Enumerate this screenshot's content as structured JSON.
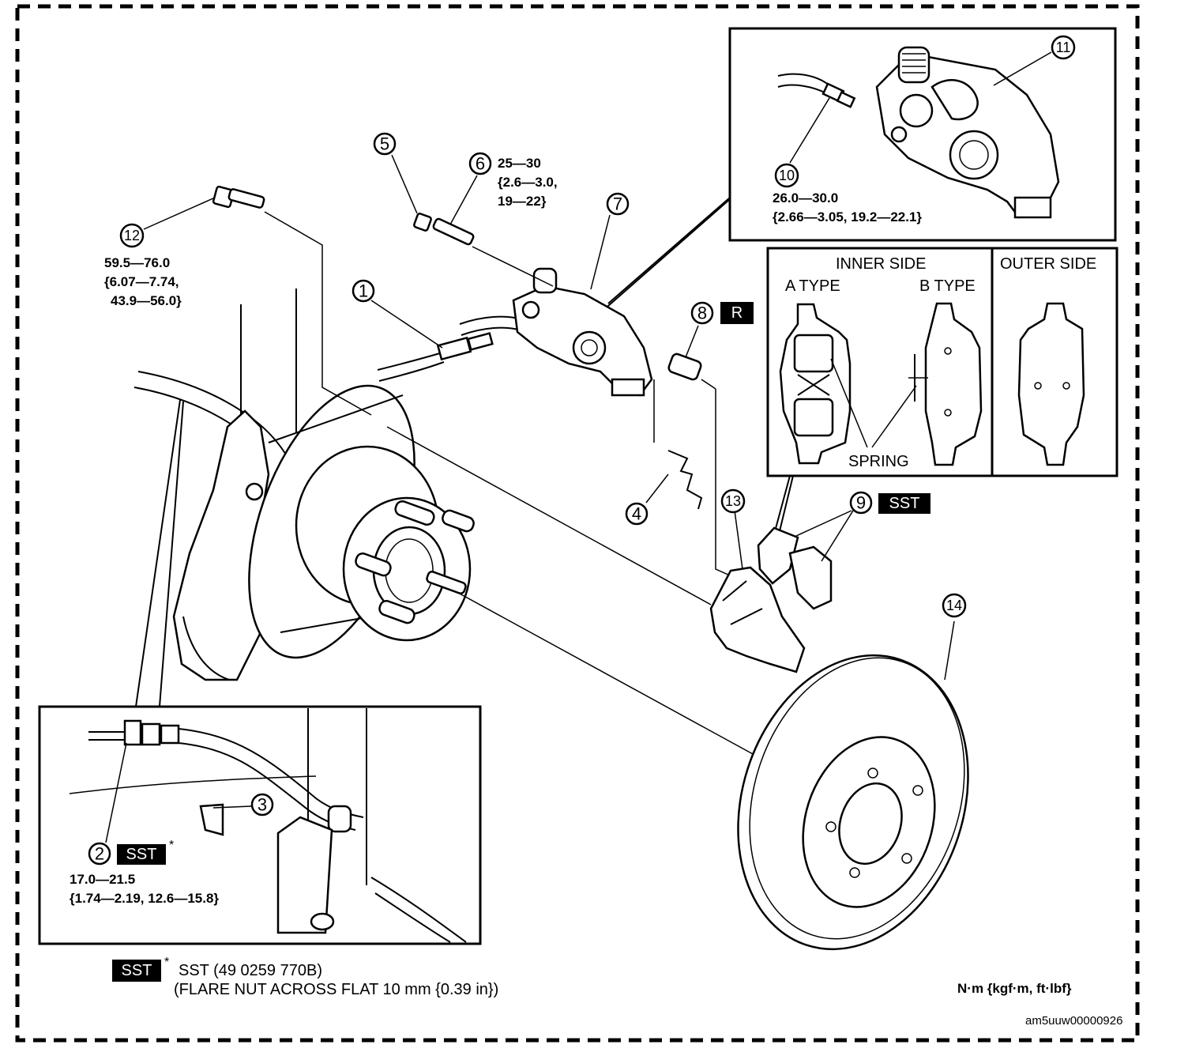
{
  "callouts": [
    {
      "num": "1"
    },
    {
      "num": "2"
    },
    {
      "num": "3"
    },
    {
      "num": "4"
    },
    {
      "num": "5"
    },
    {
      "num": "6"
    },
    {
      "num": "7"
    },
    {
      "num": "8"
    },
    {
      "num": "9"
    },
    {
      "num": "10"
    },
    {
      "num": "11"
    },
    {
      "num": "12"
    },
    {
      "num": "13"
    },
    {
      "num": "14"
    }
  ],
  "torques": {
    "t6": [
      "25—30",
      "{2.6—3.0,",
      "19—22}"
    ],
    "t12": [
      "59.5—76.0",
      "{6.07—7.74,",
      "43.9—56.0}"
    ],
    "t10": [
      "26.0—30.0",
      "{2.66—3.05, 19.2—22.1}"
    ],
    "t2": [
      "17.0—21.5",
      "{1.74—2.19, 12.6—15.8}"
    ]
  },
  "badges": {
    "replace": "R",
    "sst": "SST",
    "asterisk": "*"
  },
  "pads": {
    "inner_side": "INNER SIDE",
    "outer_side": "OUTER SIDE",
    "a_type": "A TYPE",
    "b_type": "B TYPE",
    "spring": "SPRING"
  },
  "footer": {
    "sst_line1": "SST (49 0259 770B)",
    "sst_line2": "(FLARE NUT ACROSS FLAT 10 mm {0.39 in})",
    "units": "N·m {kgf·m, ft·lbf}",
    "figure_id": "am5uuw00000926"
  }
}
